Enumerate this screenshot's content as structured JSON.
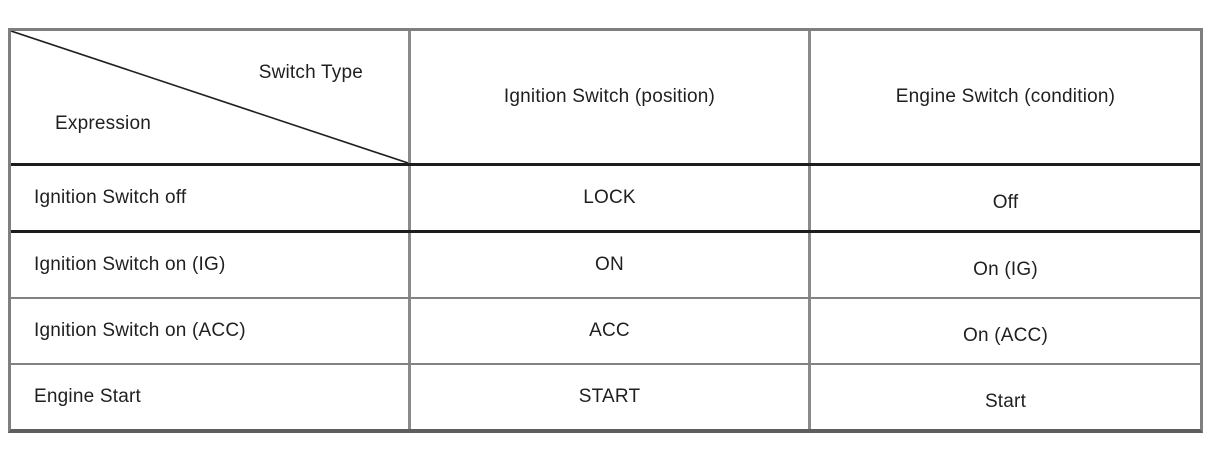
{
  "table": {
    "corner": {
      "top_right_label": "Switch Type",
      "bottom_left_label": "Expression"
    },
    "column_headers": {
      "ignition": "Ignition Switch (position)",
      "engine": "Engine Switch (condition)"
    },
    "rows": [
      {
        "expression": "Ignition Switch off",
        "ignition_position": "LOCK",
        "engine_condition": "Off"
      },
      {
        "expression": "Ignition Switch on (IG)",
        "ignition_position": "ON",
        "engine_condition": "On (IG)"
      },
      {
        "expression": "Ignition Switch on (ACC)",
        "ignition_position": "ACC",
        "engine_condition": "On (ACC)"
      },
      {
        "expression": "Engine Start",
        "ignition_position": "START",
        "engine_condition": "Start"
      }
    ],
    "colors": {
      "outer_border": "#7f7f7f",
      "heavy_rule": "#1c1c1c",
      "light_rule": "#828282",
      "column_rule": "#8a8a8a",
      "text": "#1f1f1f"
    }
  }
}
